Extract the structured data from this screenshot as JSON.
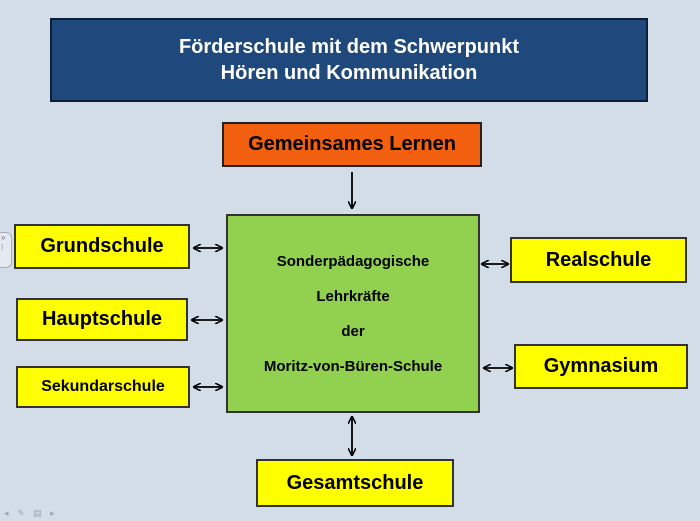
{
  "title": {
    "line1": "Förderschule mit dem Schwerpunkt",
    "line2": "Hören und Kommunikation"
  },
  "top_box": "Gemeinsames Lernen",
  "center_box": {
    "lines": [
      "Sonderpädagogische",
      "Lehrkräfte",
      "der",
      "Moritz-von-Büren-Schule"
    ]
  },
  "left_boxes": [
    "Grundschule",
    "Hauptschule",
    "Sekundarschule"
  ],
  "right_boxes": [
    "Realschule",
    "Gymnasium"
  ],
  "bottom_box": "Gesamtschule",
  "colors": {
    "background": "#d3dde8",
    "title_fill": "#1f487c",
    "top_fill": "#f25f0e",
    "center_fill": "#92d050",
    "school_fill": "#ffff00"
  },
  "icons": {
    "side_handle": "slide-panel-handle-icon",
    "nav": "presentation-nav-icons"
  }
}
